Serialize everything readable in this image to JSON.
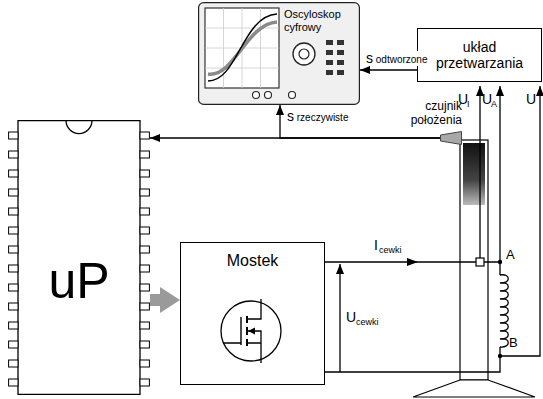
{
  "diagram": {
    "nodes": [
      {
        "text": [
          "Oscyloskop cyfrowy"
        ]
      },
      {
        "text": [
          "układ przetwarzania"
        ]
      },
      {
        "text": [
          "czujnik położenia"
        ]
      },
      {
        "text": [
          "uP"
        ]
      },
      {
        "text": [
          "Mostek"
        ]
      }
    ],
    "edges": [
      {
        "from": 1,
        "to": 0,
        "label": "s odtworzone",
        "arrow": "to"
      },
      {
        "from": 2,
        "to": 3,
        "arrow": "to"
      },
      {
        "from": 2,
        "to": 0,
        "label": "s rzeczywiste",
        "arrow": "to"
      },
      {
        "from": 3,
        "to": 4,
        "arrow": "to"
      }
    ],
    "labels": [
      "U",
      "I",
      "U",
      "A",
      "U",
      "I",
      "cewki",
      "U",
      "cewki",
      "A",
      "B"
    ]
  }
}
